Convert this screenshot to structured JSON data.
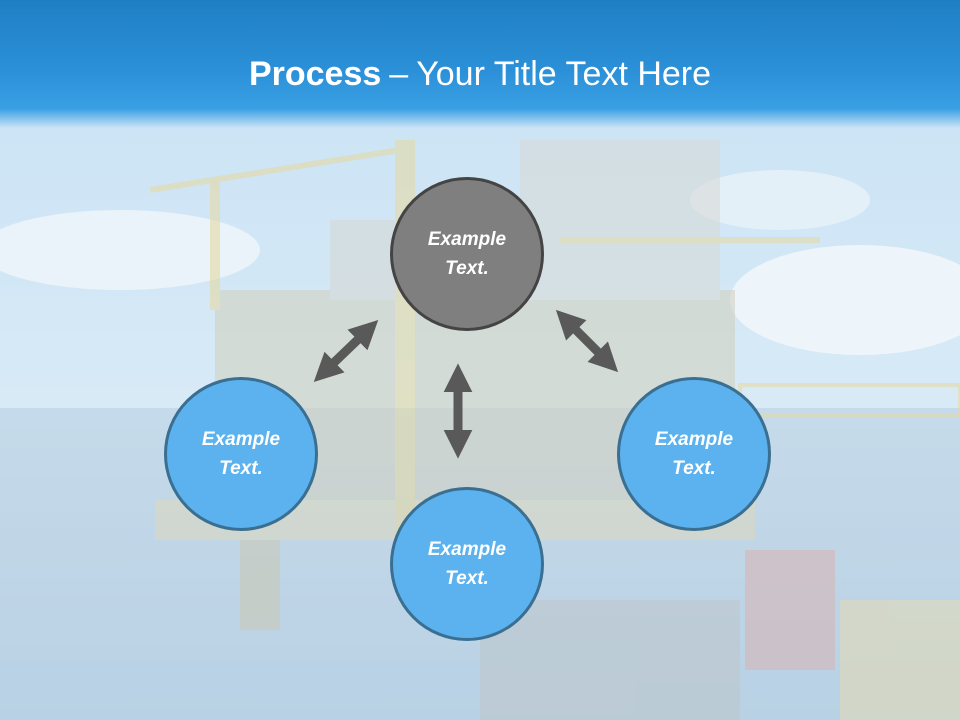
{
  "title": {
    "bold": "Process",
    "separator": "–",
    "rest": "Your Title Text Here"
  },
  "diagram": {
    "nodes": [
      {
        "line1": "Example",
        "line2": "Text.",
        "color": "#7f7f7f"
      },
      {
        "line1": "Example",
        "line2": "Text.",
        "color": "#5bb2ee"
      },
      {
        "line1": "Example",
        "line2": "Text.",
        "color": "#5bb2ee"
      },
      {
        "line1": "Example",
        "line2": "Text.",
        "color": "#5bb2ee"
      }
    ],
    "arrow_color": "#595959"
  },
  "colors": {
    "title_bar": "#2b90d8",
    "title_text": "#ffffff"
  }
}
